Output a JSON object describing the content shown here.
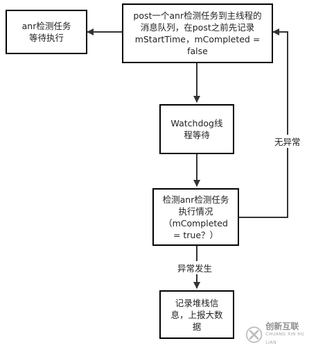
{
  "diagram": {
    "nodes": {
      "post_task": "post一个anr检测任务到主线程的\n消息队列，在post之前先记录\nmStartTime，mCompleted =\nfalse",
      "anr_wait": "anr检测任务\n等待执行",
      "watchdog_wait": "Watchdog线\n程等待",
      "check_task": "检测anr检测任务\n执行情况\n（mCompleted\n= true？）",
      "record": "记录堆栈信\n息，上报大数\n据"
    },
    "edge_labels": {
      "no_exception": "无异常",
      "exception": "异常发生"
    },
    "colors": {
      "line": "#333333",
      "border": "#000000"
    }
  },
  "watermark": {
    "icon": "x-logo-icon",
    "text_cn": "创新互联",
    "text_en": "CHUANG XIN HU LIAN"
  }
}
